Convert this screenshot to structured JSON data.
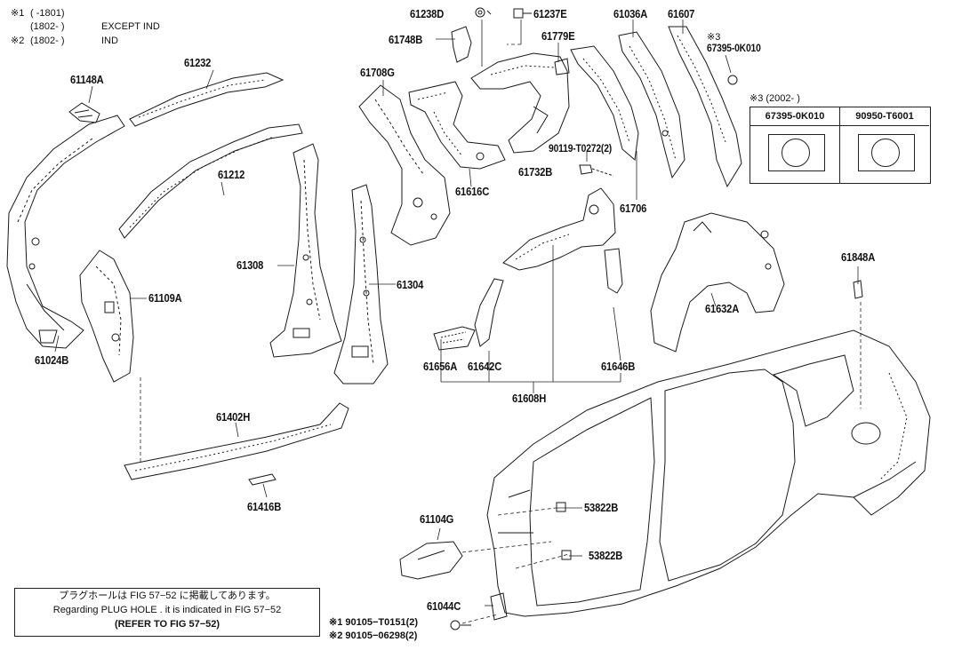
{
  "header_notes": [
    {
      "symbol": "※1",
      "range": "(      -1801)",
      "text": ""
    },
    {
      "symbol": "",
      "range": "(1802-      )",
      "text": "EXCEPT IND"
    },
    {
      "symbol": "※2",
      "range": "(1802-      )",
      "text": "IND"
    }
  ],
  "parts": [
    {
      "id": "p61238D",
      "label": "61238D"
    },
    {
      "id": "p61237E",
      "label": "61237E"
    },
    {
      "id": "p61036A",
      "label": "61036A"
    },
    {
      "id": "p61607",
      "label": "61607"
    },
    {
      "id": "p61748B",
      "label": "61748B"
    },
    {
      "id": "p61779E",
      "label": "61779E"
    },
    {
      "id": "p67395",
      "label": "67395-0K010"
    },
    {
      "id": "p61232",
      "label": "61232"
    },
    {
      "id": "p61148A",
      "label": "61148A"
    },
    {
      "id": "p61708G",
      "label": "61708G"
    },
    {
      "id": "p61212",
      "label": "61212"
    },
    {
      "id": "p90119",
      "label": "90119-T0272(2)"
    },
    {
      "id": "p61732B",
      "label": "61732B"
    },
    {
      "id": "p61616C",
      "label": "61616C"
    },
    {
      "id": "p61706",
      "label": "61706"
    },
    {
      "id": "p61308",
      "label": "61308"
    },
    {
      "id": "p61304",
      "label": "61304"
    },
    {
      "id": "p61109A",
      "label": "61109A"
    },
    {
      "id": "p61024B",
      "label": "61024B"
    },
    {
      "id": "p61848A",
      "label": "61848A"
    },
    {
      "id": "p61632A",
      "label": "61632A"
    },
    {
      "id": "p61656A",
      "label": "61656A"
    },
    {
      "id": "p61642C",
      "label": "61642C"
    },
    {
      "id": "p61646B",
      "label": "61646B"
    },
    {
      "id": "p61608H",
      "label": "61608H"
    },
    {
      "id": "p61402H",
      "label": "61402H"
    },
    {
      "id": "p61416B",
      "label": "61416B"
    },
    {
      "id": "p61104G",
      "label": "61104G"
    },
    {
      "id": "p53822B_1",
      "label": "53822B"
    },
    {
      "id": "p53822B_2",
      "label": "53822B"
    },
    {
      "id": "p61044C",
      "label": "61044C"
    }
  ],
  "markers": {
    "note3": "※3"
  },
  "legend": {
    "title": "※3 (2002-      )",
    "col1": "67395-0K010",
    "col2": "90950-T6001"
  },
  "notice": {
    "line1": "プラグホールは FIG  57−52 に掲載してあります。",
    "line2": "Regarding  PLUG  HOLE . it is indicated in  FIG  57−52",
    "line3": "(REFER  TO  FIG 57−52)"
  },
  "fasteners": [
    {
      "line": "※1 90105−T0151(2)"
    },
    {
      "line": "※2 90105−06298(2)"
    }
  ]
}
